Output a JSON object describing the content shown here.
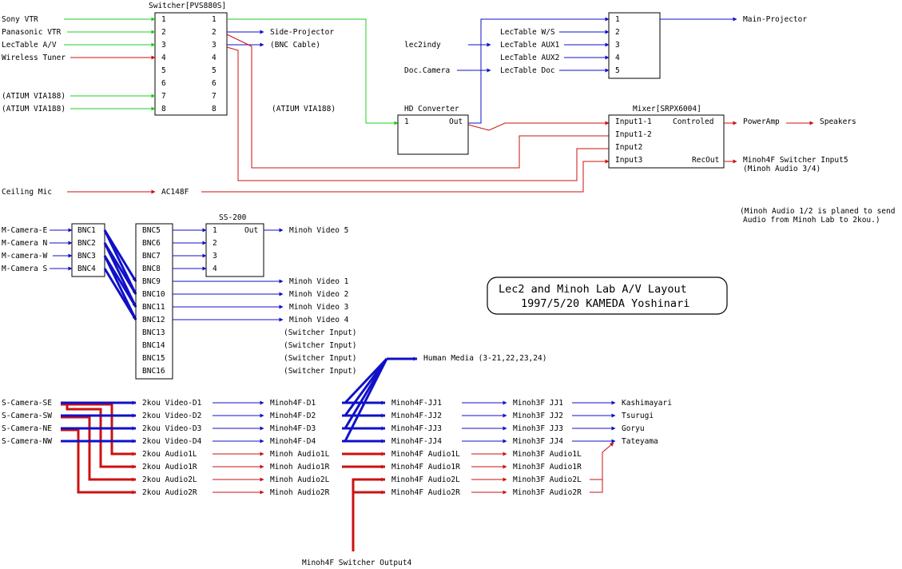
{
  "colors": {
    "green": "#22cc22",
    "blue": "#1010c8",
    "red": "#cc1111",
    "black": "#000000"
  },
  "title": {
    "line1": "Lec2 and Minoh Lab A/V Layout",
    "line2": "1997/5/20 KAMEDA Yoshinari"
  },
  "switcher": {
    "name": "Switcher[PVS880S]",
    "inputs": [
      "Sony VTR",
      "Panasonic VTR",
      "LecTable A/V",
      "Wireless Tuner",
      "(ATIUM VIA188)",
      "(ATIUM VIA188)"
    ],
    "in_ports": [
      "1",
      "2",
      "3",
      "4",
      "5",
      "6",
      "7",
      "8"
    ],
    "out_ports": [
      "1",
      "2",
      "3",
      "4",
      "5",
      "6",
      "7",
      "8"
    ],
    "outputs": [
      "Side-Projector",
      "(BNC Cable)"
    ],
    "note": "(ATIUM VIA188)"
  },
  "hd_converter": {
    "name": "HD Converter",
    "in": "1",
    "out": "Out"
  },
  "main_switch": {
    "sources": [
      "lec2indy",
      "Doc.Camera"
    ],
    "inputs": [
      "LecTable W/S",
      "LecTable AUX1",
      "LecTable AUX2",
      "LecTable Doc"
    ],
    "ports": [
      "1",
      "2",
      "3",
      "4",
      "5"
    ],
    "output": "Main-Projector"
  },
  "mixer": {
    "name": "Mixer[SRPX6004]",
    "inputs": [
      "Input1-1",
      "Input1-2",
      "Input2",
      "Input3"
    ],
    "controled": "Controled",
    "recout": "RecOut",
    "poweramp": "PowerAmp",
    "speakers": "Speakers",
    "recout_dest1": "Minoh4F Switcher Input5",
    "recout_dest2": "(Minoh Audio 3/4)"
  },
  "ceiling": {
    "mic": "Ceiling Mic",
    "amp": "AC148F"
  },
  "audio_note": {
    "line1": "(Minoh Audio 1/2 is planed to send",
    "line2": "Audio from Minoh Lab to 2kou.)"
  },
  "m_cameras": [
    "M-Camera-E",
    "M-Camera N",
    "M-camera-W",
    "M-Camera S"
  ],
  "bnc_small": [
    "BNC1",
    "BNC2",
    "BNC3",
    "BNC4"
  ],
  "bnc_big": [
    "BNC5",
    "BNC6",
    "BNC7",
    "BNC8",
    "BNC9",
    "BNC10",
    "BNC11",
    "BNC12",
    "BNC13",
    "BNC14",
    "BNC15",
    "BNC16"
  ],
  "ss200": {
    "name": "SS-200",
    "ports": [
      "1",
      "2",
      "3",
      "4"
    ],
    "out": "Out",
    "output": "Minoh Video 5"
  },
  "bnc_outputs": [
    "Minoh Video 1",
    "Minoh Video 2",
    "Minoh Video 3",
    "Minoh Video 4",
    "(Switcher Input)",
    "(Switcher Input)",
    "(Switcher Input)",
    "(Switcher Input)"
  ],
  "human_media": "Human Media (3-21,22,23,24)",
  "s_cameras": [
    "S-Camera-SE",
    "S-Camera-SW",
    "S-Camera-NE",
    "S-Camera-NW"
  ],
  "col_2kou": [
    "2kou Video-D1",
    "2kou Video-D2",
    "2kou Video-D3",
    "2kou Video-D4",
    "2kou Audio1L",
    "2kou Audio1R",
    "2kou Audio2L",
    "2kou Audio2R"
  ],
  "col_minoh": [
    "Minoh4F-D1",
    "Minoh4F-D2",
    "Minoh4F-D3",
    "Minoh4F-D4",
    "Minoh Audio1L",
    "Minoh Audio1R",
    "Minoh Audio2L",
    "Minoh Audio2R"
  ],
  "col_4f": [
    "Minoh4F-JJ1",
    "Minoh4F-JJ2",
    "Minoh4F-JJ3",
    "Minoh4F-JJ4",
    "Minoh4F Audio1L",
    "Minoh4F Audio1R",
    "Minoh4F Audio2L",
    "Minoh4F Audio2R"
  ],
  "col_3f": [
    "Minoh3F JJ1",
    "Minoh3F JJ2",
    "Minoh3F JJ3",
    "Minoh3F JJ4",
    "Minoh3F Audio1L",
    "Minoh3F Audio1R",
    "Minoh3F Audio2L",
    "Minoh3F Audio2R"
  ],
  "rooms": [
    "Kashimayari",
    "Tsurugi",
    "Goryu",
    "Tateyama"
  ],
  "switcher_output4": "Minoh4F Switcher Output4"
}
